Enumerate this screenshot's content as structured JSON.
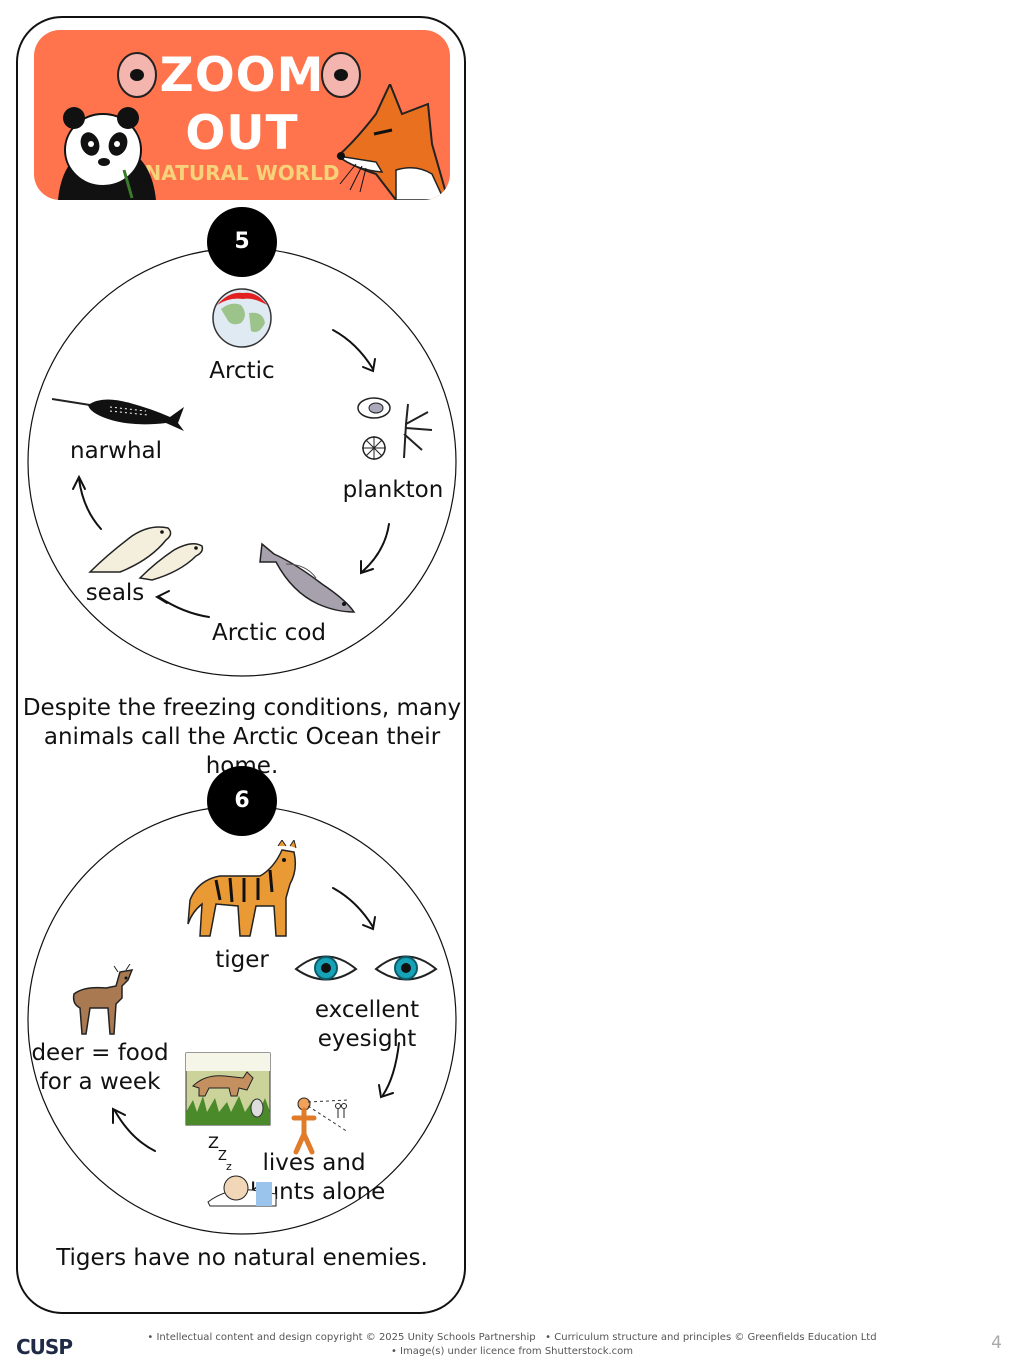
{
  "banner": {
    "title_line1": "ZOOM",
    "title_line2": "OUT",
    "subtitle": "NATURAL WORLD",
    "color": "#ff744d"
  },
  "section5": {
    "number": "5",
    "items": [
      "Arctic",
      "plankton",
      "Arctic cod",
      "seals",
      "narwhal"
    ],
    "icons": [
      "globe-icon",
      "plankton-icon",
      "cod-icon",
      "seals-icon",
      "narwhal-icon"
    ],
    "caption": "Despite the freezing conditions, many animals call the Arctic Ocean their home."
  },
  "section6": {
    "number": "6",
    "items": {
      "tiger": "tiger",
      "eyesight_line1": "excellent",
      "eyesight_line2": "eyesight",
      "alone_line1": "lives and",
      "alone_line2": "hunts alone",
      "deer_line1": "deer = food",
      "deer_line2": "for a week"
    },
    "icons": [
      "tiger-icon",
      "eyes-icon",
      "alone-icon",
      "sleep-icon",
      "hunt-scene-icon",
      "deer-icon"
    ],
    "caption": "Tigers have no natural enemies."
  },
  "footer": {
    "line1a": "• Intellectual content and design copyright © 2025 Unity Schools Partnership",
    "line1b": "• Curriculum structure and principles © Greenfields Education Ltd",
    "line2": "• Image(s) under licence from Shutterstock.com",
    "logo": "CUSP",
    "page": "4"
  }
}
